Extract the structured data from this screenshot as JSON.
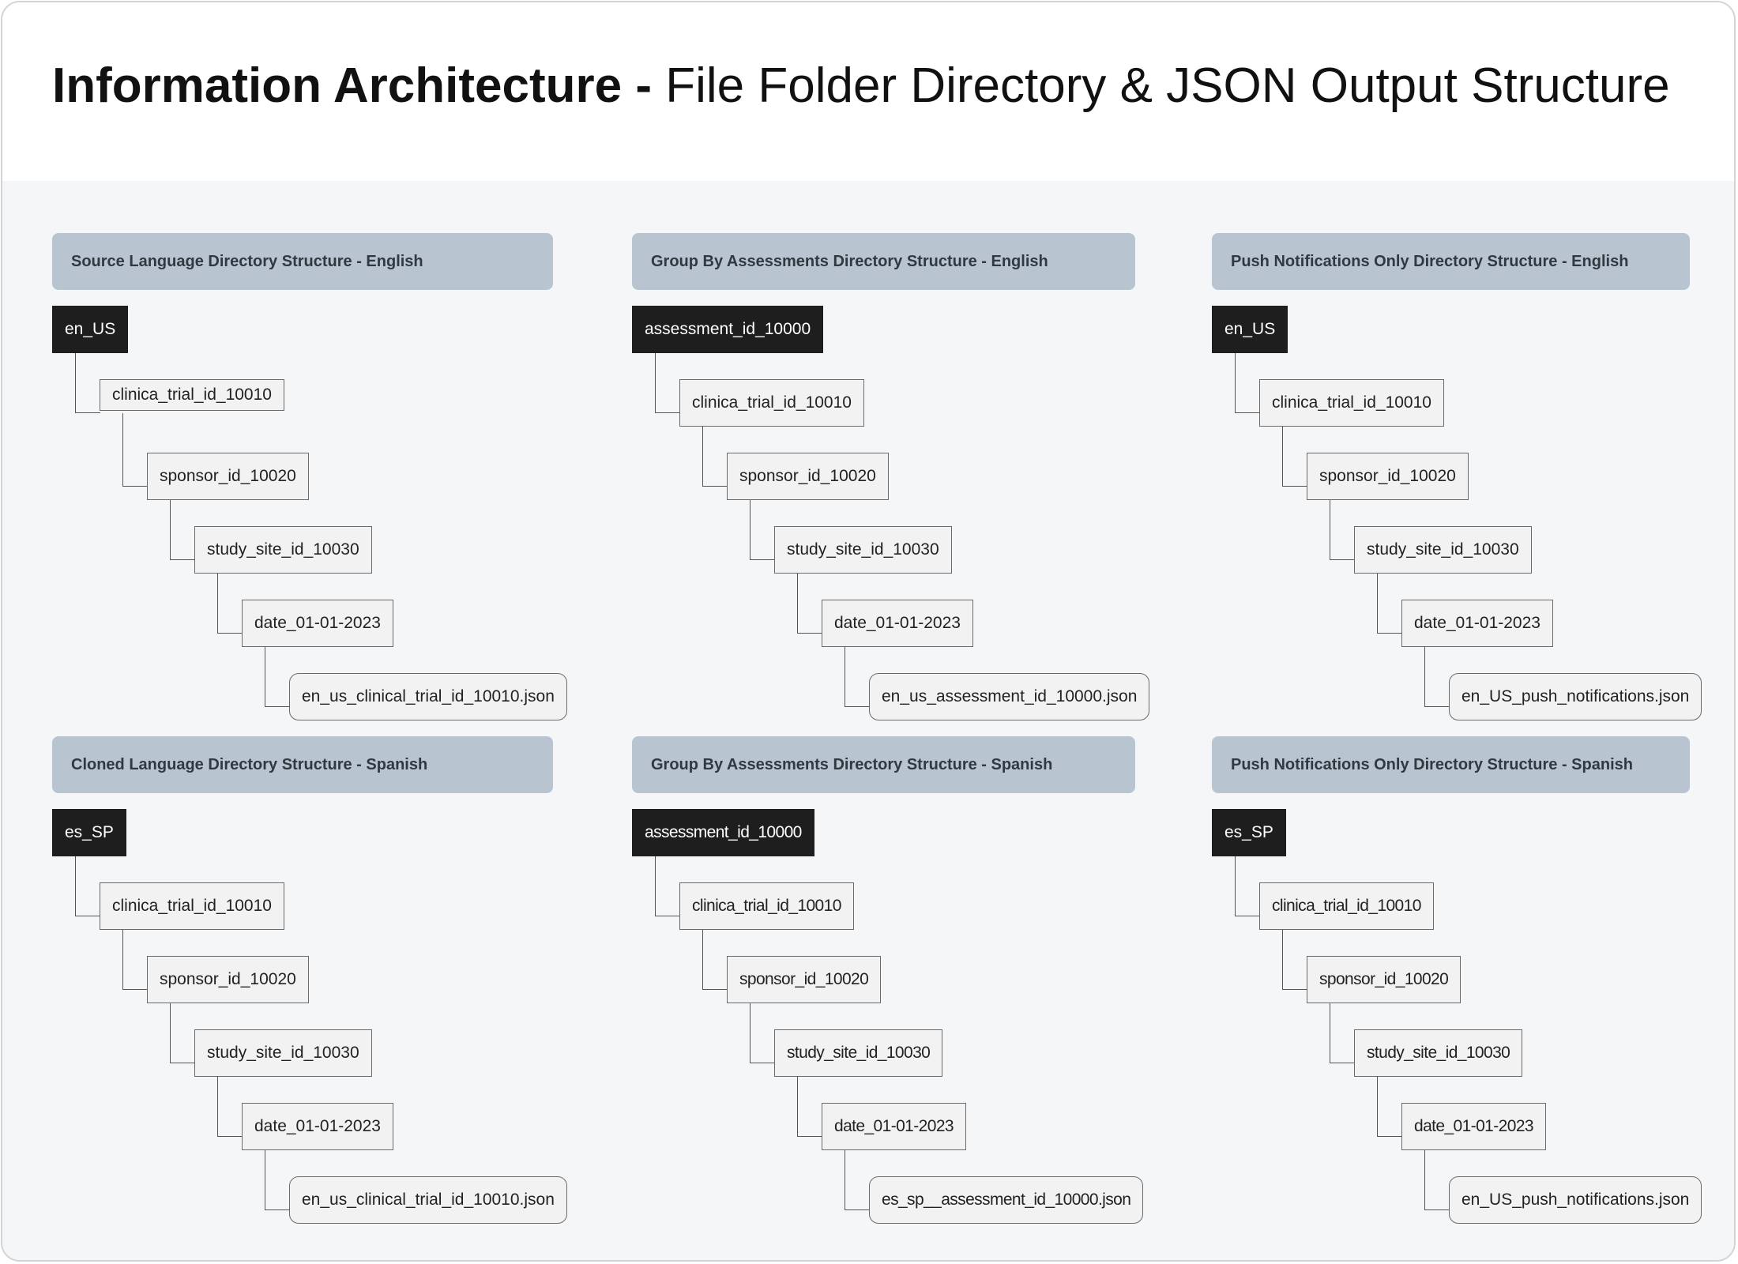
{
  "title": {
    "bold": "Information Architecture -",
    "regular": "File Folder Directory & JSON Output Structure"
  },
  "sections": [
    {
      "title": "Source Language Directory Structure - English",
      "root": "en_US",
      "levels": [
        "clinica_trial_id_10010",
        "sponsor_id_10020",
        "study_site_id_10030",
        "date_01-01-2023"
      ],
      "file": "en_us_clinical_trial_id_10010.json"
    },
    {
      "title": "Group By Assessments Directory Structure - English",
      "root": "assessment_id_10000",
      "levels": [
        "clinica_trial_id_10010",
        "sponsor_id_10020",
        "study_site_id_10030",
        "date_01-01-2023"
      ],
      "file": "en_us_assessment_id_10000.json"
    },
    {
      "title": "Push Notifications Only Directory Structure - English",
      "root": "en_US",
      "levels": [
        "clinica_trial_id_10010",
        "sponsor_id_10020",
        "study_site_id_10030",
        "date_01-01-2023"
      ],
      "file": "en_US_push_notifications.json"
    },
    {
      "title": "Cloned Language Directory Structure - Spanish",
      "root": "es_SP",
      "levels": [
        "clinica_trial_id_10010",
        "sponsor_id_10020",
        "study_site_id_10030",
        "date_01-01-2023"
      ],
      "file": "en_us_clinical_trial_id_10010.json"
    },
    {
      "title": "Group By Assessments Directory Structure - Spanish",
      "root": "assessment_id_10000",
      "levels": [
        "clinica_trial_id_10010",
        "sponsor_id_10020",
        "study_site_id_10030",
        "date_01-01-2023"
      ],
      "file": "es_sp__assessment_id_10000.json"
    },
    {
      "title": "Push Notifications Only Directory Structure - Spanish",
      "root": "es_SP",
      "levels": [
        "clinica_trial_id_10010",
        "sponsor_id_10020",
        "study_site_id_10030",
        "date_01-01-2023"
      ],
      "file": "en_US_push_notifications.json"
    }
  ]
}
